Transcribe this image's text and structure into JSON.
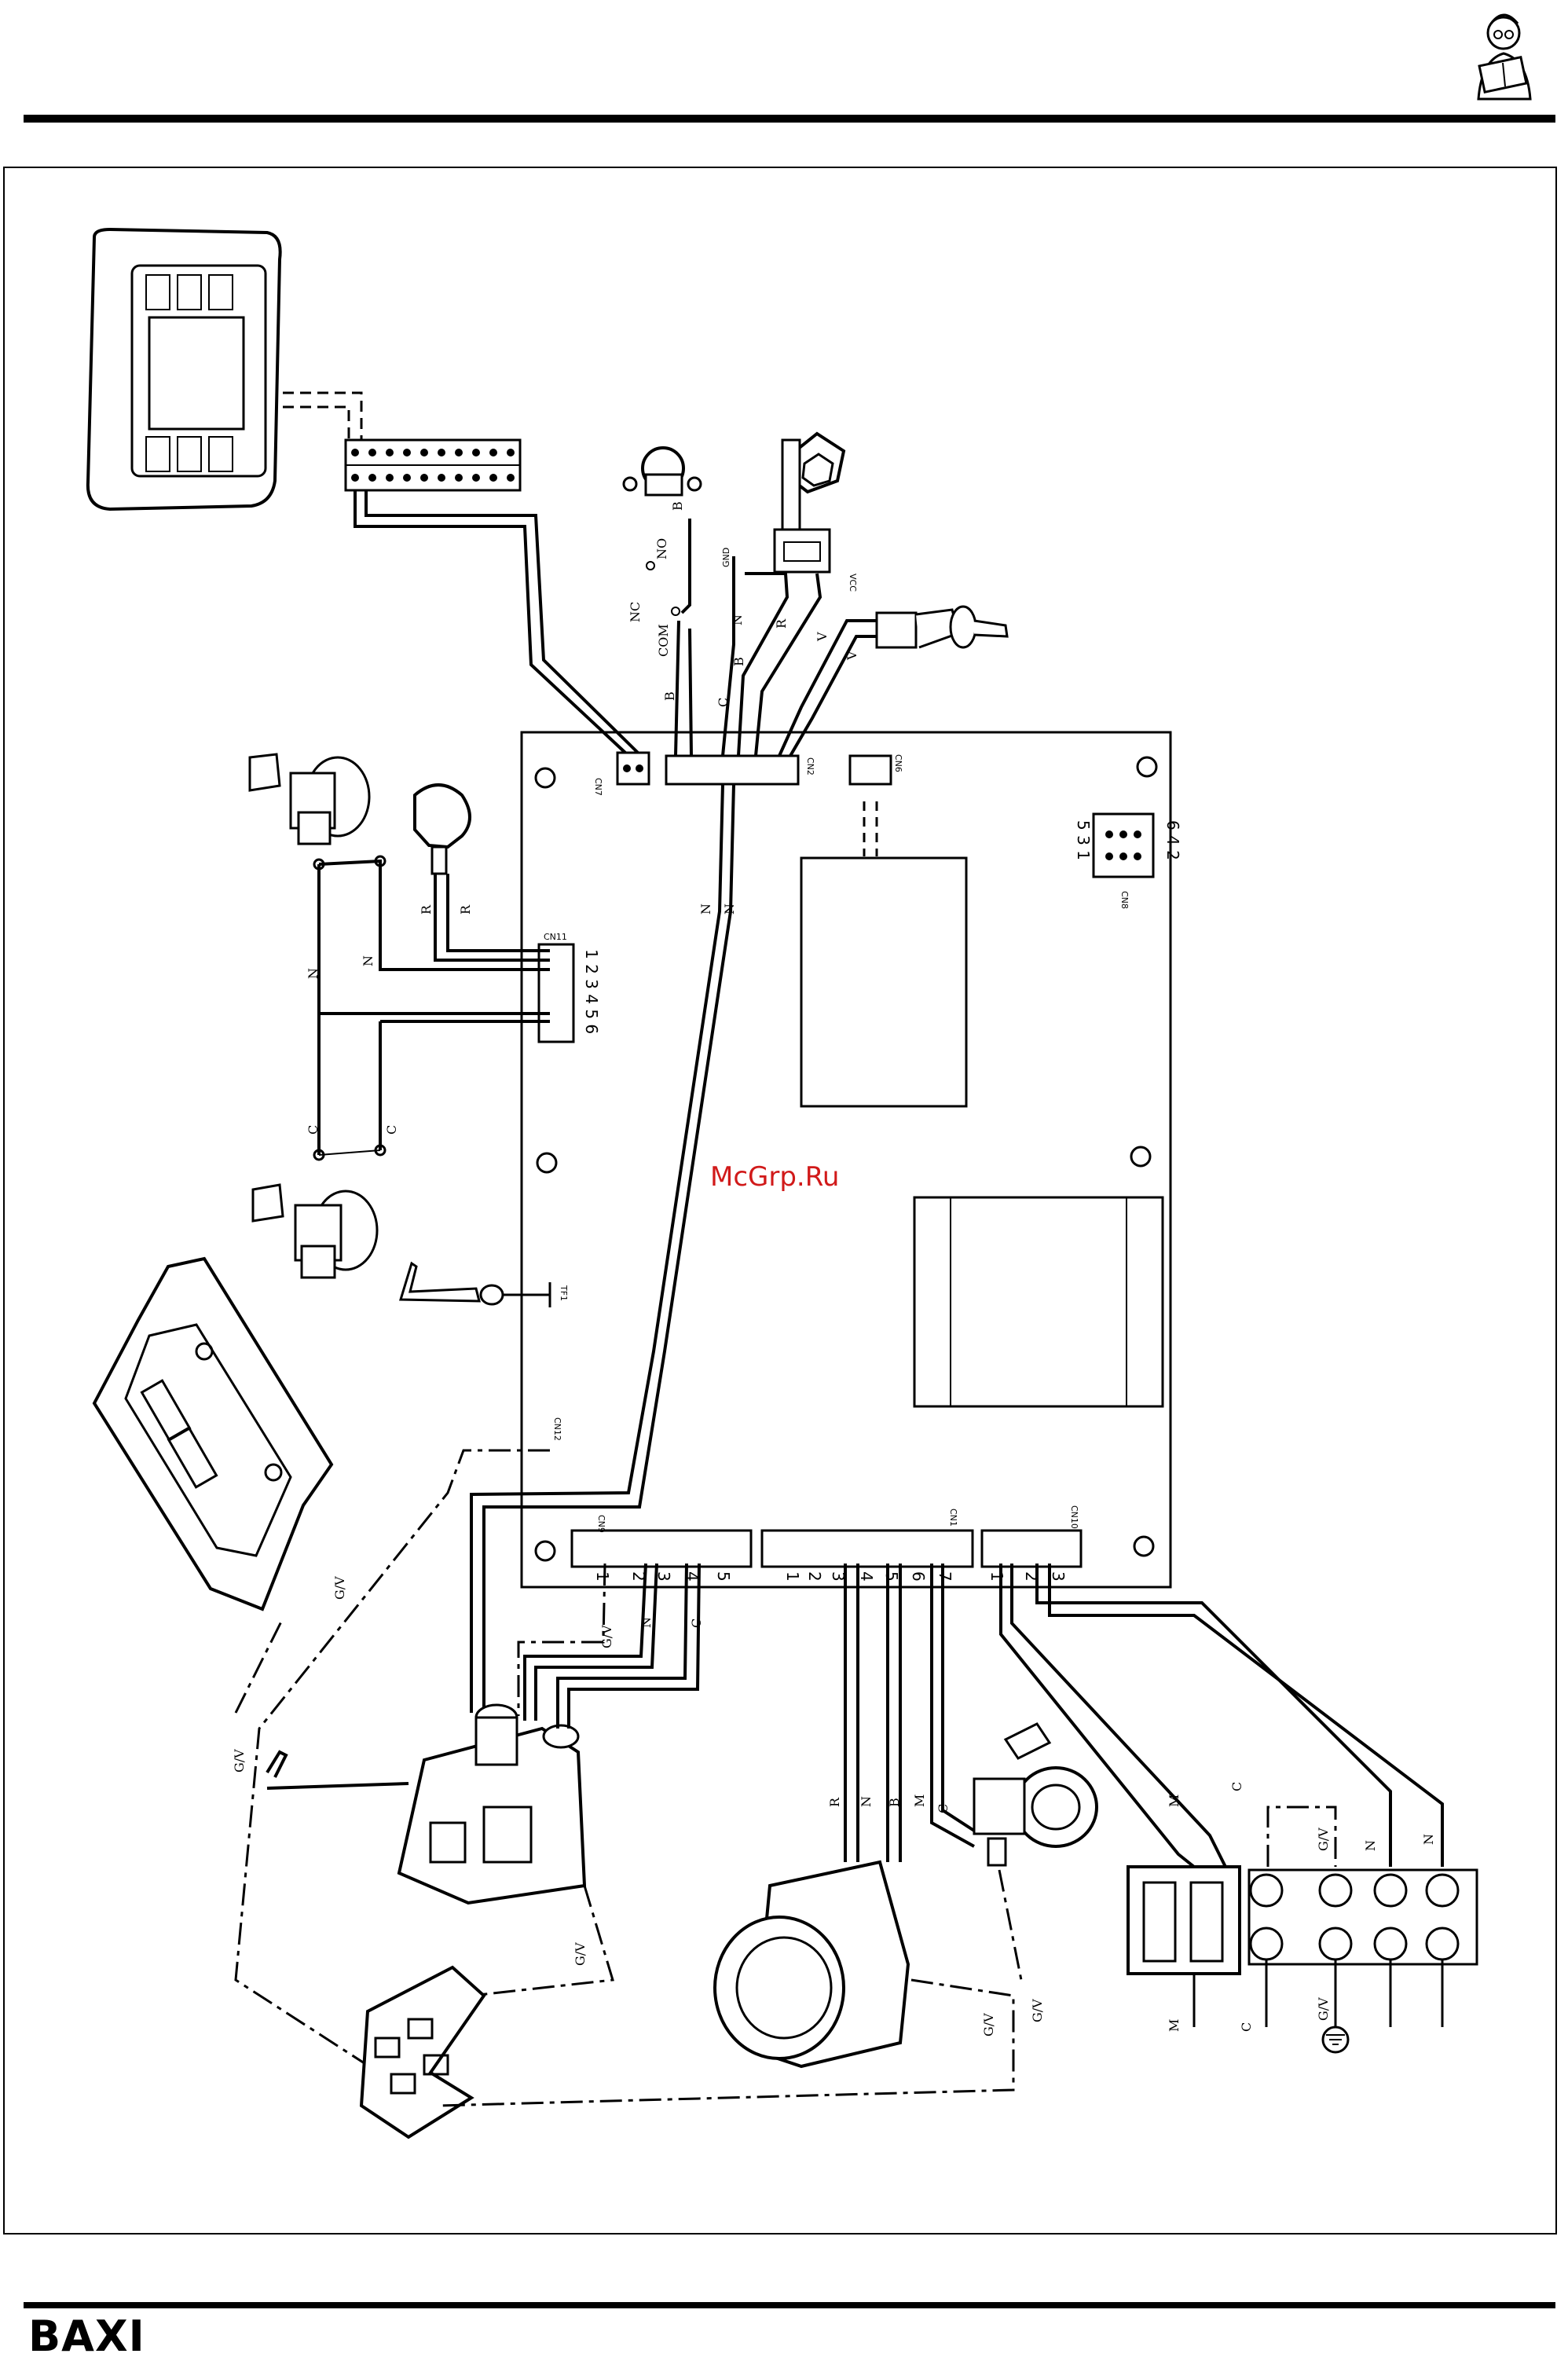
{
  "footer": {
    "brand": "BAXI"
  },
  "watermark": "McGrp.Ru",
  "icons": {
    "header": "reading-man-icon"
  },
  "connectors": {
    "cn7": "CN7",
    "cn2": "CN2",
    "cn6": "CN6",
    "cn8": "CN8",
    "cn11": "CN11",
    "cn12": "CN12",
    "cn9": "CN9",
    "cn1": "CN1",
    "cn10": "CN10",
    "tf1": "TF1"
  },
  "pins": {
    "cn8_top": "5 3 1",
    "cn8_bottom": "6 4 2",
    "cn11": "1 2 3 4 5 6",
    "cn9": [
      "1",
      "2",
      "3",
      "4",
      "5"
    ],
    "cn1": [
      "1",
      "2",
      "3",
      "4",
      "5",
      "6",
      "7"
    ],
    "cn10": [
      "1",
      "2",
      "3"
    ]
  },
  "wire_labels": {
    "pressure_switch": [
      "B",
      "NO",
      "NC",
      "COM",
      "B",
      "C"
    ],
    "flow_sensor": [
      "GND",
      "N",
      "R",
      "B",
      "VCC"
    ],
    "ntc": [
      "V",
      "V"
    ],
    "cn11_side": [
      "N",
      "N",
      "R",
      "R",
      "C",
      "C"
    ],
    "cn2_bottom": [
      "N",
      "N"
    ],
    "gas_valve": [
      "G/V",
      "N",
      "C"
    ],
    "fan": [
      "R",
      "N",
      "B",
      "M"
    ],
    "pump": [
      "C"
    ],
    "terminal_top": [
      "M",
      "C",
      "G/V",
      "N",
      "N"
    ],
    "terminal_bottom": [
      "M",
      "C",
      "G/V"
    ],
    "earth": [
      "G/V",
      "G/V",
      "G/V",
      "G/V",
      "G/V"
    ]
  }
}
